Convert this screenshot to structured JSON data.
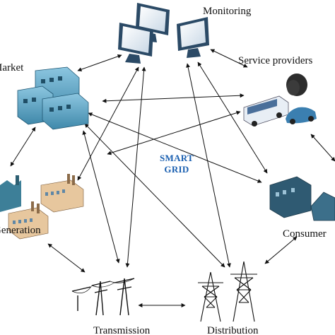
{
  "center": {
    "line1": "SMART",
    "line2": "GRID"
  },
  "nodes": {
    "monitoring": "Monitoring",
    "service_providers": "Service providers",
    "market": "Market",
    "generation": "Generation",
    "consumer": "Consumer",
    "transmission": "Transmission",
    "distribution": "Distribution"
  },
  "colors": {
    "building": "#4e9ec0",
    "monitor": "#2b4a66",
    "consumer_building": "#2f5a72",
    "arrow": "#111111",
    "center_text": "#1a5fb0"
  }
}
